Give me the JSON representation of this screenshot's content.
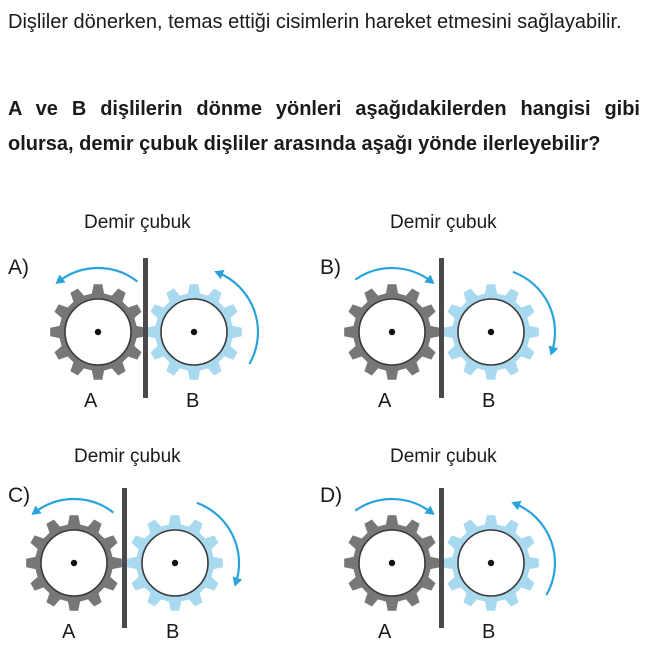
{
  "intro_text": "Dişliler dönerken, temas ettiği cisimlerin hareket etmesini sağlayabilir.",
  "question_text": "A ve B dişlilerin dönme yönleri aşağıdakilerden hangisi gibi olursa, demir çubuk dişliler arasında aşağı yönde ilerleyebilir?",
  "colors": {
    "gear_a": "#777777",
    "gear_b": "#a9d9ef",
    "arrow": "#29a3dc",
    "rod": "#4a4a4a"
  },
  "options": [
    {
      "letter": "A)",
      "rod_label": "Demir çubuk",
      "gear_a_label": "A",
      "gear_b_label": "B",
      "arrow_a": "counterclockwise",
      "arrow_b": "counterclockwise"
    },
    {
      "letter": "B)",
      "rod_label": "Demir çubuk",
      "gear_a_label": "A",
      "gear_b_label": "B",
      "arrow_a": "clockwise",
      "arrow_b": "clockwise"
    },
    {
      "letter": "C)",
      "rod_label": "Demir çubuk",
      "gear_a_label": "A",
      "gear_b_label": "B",
      "arrow_a": "counterclockwise",
      "arrow_b": "clockwise"
    },
    {
      "letter": "D)",
      "rod_label": "Demir çubuk",
      "gear_a_label": "A",
      "gear_b_label": "B",
      "arrow_a": "clockwise",
      "arrow_b": "counterclockwise"
    }
  ]
}
